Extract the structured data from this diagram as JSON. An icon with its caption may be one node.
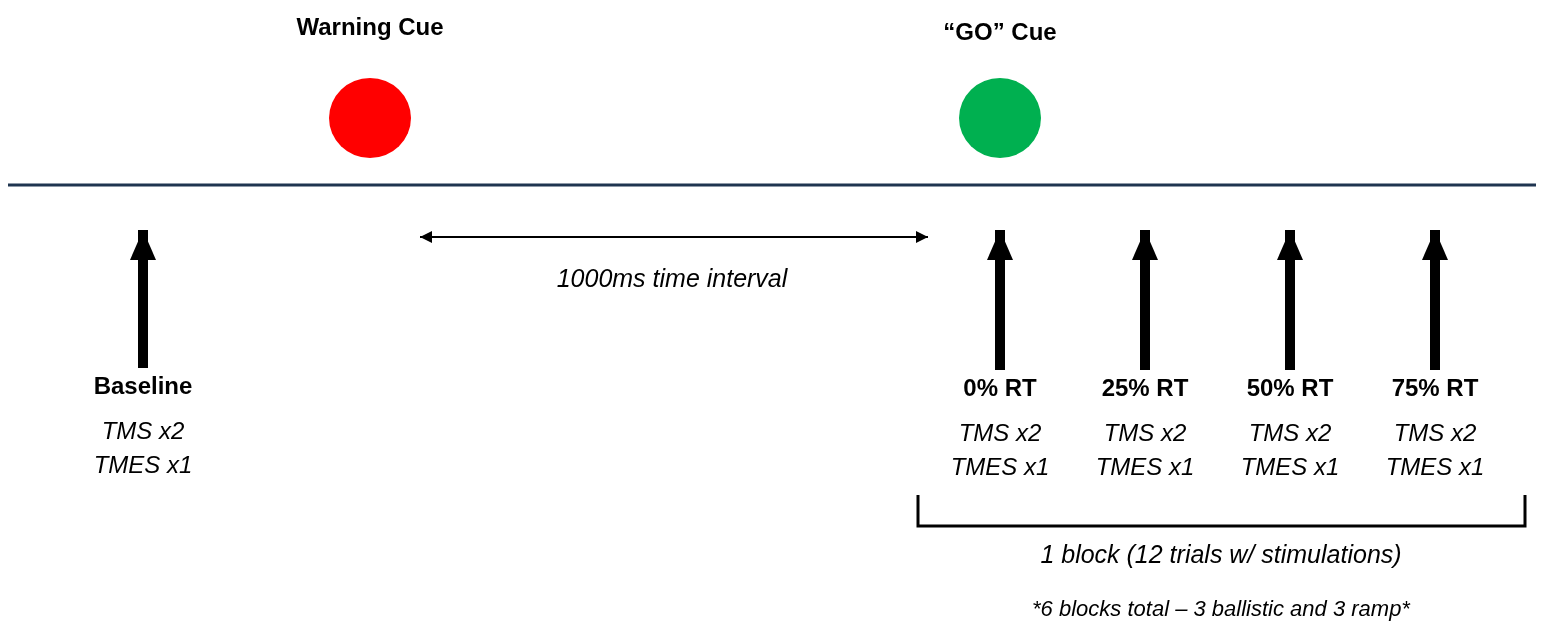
{
  "diagram": {
    "nodes": [
      {
        "text": [
          "Warning Cue"
        ]
      },
      {
        "text": [
          "“GO” Cue"
        ]
      },
      {
        "text": [
          "Baseline",
          "TMS x2 TMES x1"
        ]
      },
      {
        "text": [
          "0% RT",
          "TMS x2 TMES x1"
        ]
      },
      {
        "text": [
          "25% RT",
          "TMS x2 TMES x1"
        ]
      },
      {
        "text": [
          "50% RT",
          "TMS x2 TMES x1"
        ]
      },
      {
        "text": [
          "75% RT",
          "TMS x2 TMES x1"
        ]
      }
    ],
    "edges": [
      {
        "from": 2,
        "to": null,
        "arrow": "to"
      },
      {
        "from": 3,
        "to": null,
        "arrow": "to"
      },
      {
        "from": 4,
        "to": null,
        "arrow": "to"
      },
      {
        "from": 5,
        "to": null,
        "arrow": "to"
      },
      {
        "from": 6,
        "to": null,
        "arrow": "to"
      }
    ],
    "labels": [
      "1000ms time interval",
      "1 block (12 trials w/ stimulations)",
      "*6 blocks total – 3 ballistic and 3 ramp*"
    ]
  }
}
